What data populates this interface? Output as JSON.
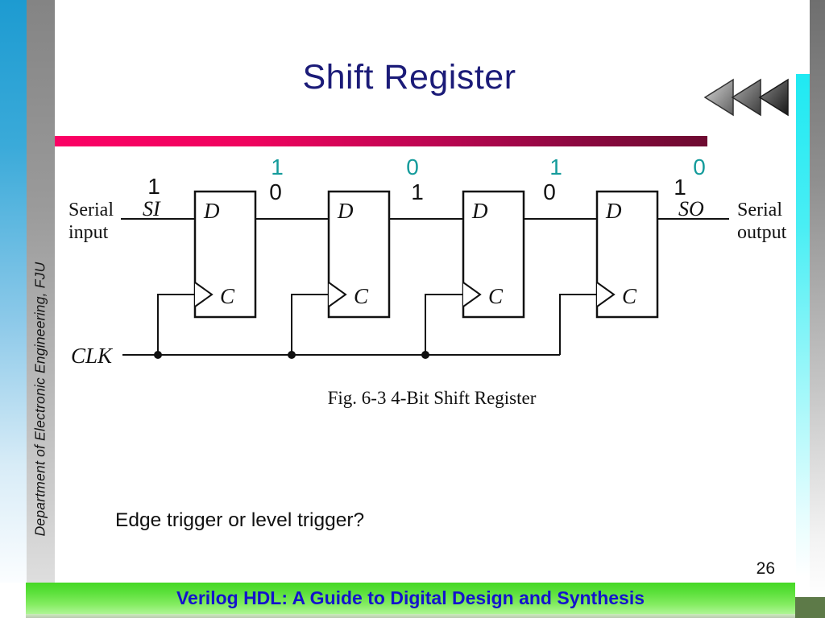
{
  "slide": {
    "title": "Shift Register",
    "question": "Edge trigger or level trigger?",
    "page_number": "26",
    "footer": "Verilog HDL: A Guide to Digital Design and Synthesis",
    "sidebar_text": "Department of Electronic Engineering, FJU"
  },
  "colors": {
    "title_navy": "#1b1b78",
    "teal_digit": "#149b9b",
    "accent_bar_left_pink": "#fb0165",
    "accent_bar_right_maroon": "#6d0a30",
    "footer_green": "#45d824",
    "footer_text_blue": "#1413cd",
    "left_strip_blue": "#1d9bd1",
    "cyan_bar": "#1fe9f2",
    "olive_corner": "#5d7a48"
  },
  "nav": {
    "back_arrows_icon": "triple-left-triangles"
  },
  "diagram": {
    "caption": "Fig. 6-3  4-Bit Shift Register",
    "serial_input_label": [
      "Serial",
      "input"
    ],
    "serial_output_label": [
      "Serial",
      "output"
    ],
    "si_label": "SI",
    "so_label": "SO",
    "clk_label": "CLK",
    "ff_d_label": "D",
    "ff_c_label": "C",
    "teal_bits": [
      "1",
      "0",
      "1",
      "0"
    ],
    "black_bits": [
      "1",
      "0",
      "1",
      "0",
      "1"
    ]
  }
}
